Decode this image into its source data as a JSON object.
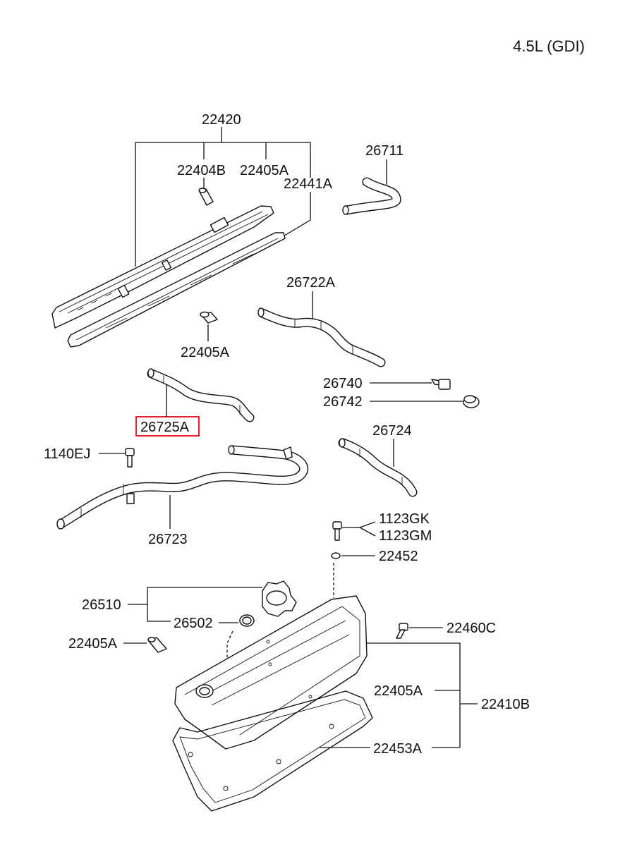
{
  "header": {
    "engine": "4.5L (GDI)"
  },
  "highlight_color": "#e0202a",
  "parts": {
    "p22420": "22420",
    "p22404B": "22404B",
    "p22405A_top": "22405A",
    "p22441A": "22441A",
    "p26711": "26711",
    "p26722A": "26722A",
    "p22405A_mid": "22405A",
    "p26740": "26740",
    "p26742": "26742",
    "p26725A": "26725A",
    "p1140EJ": "1140EJ",
    "p26724": "26724",
    "p26723": "26723",
    "p1123GK": "1123GK",
    "p1123GM": "1123GM",
    "p22452": "22452",
    "p26510": "26510",
    "p26502": "26502",
    "p22405A_left": "22405A",
    "p22460C": "22460C",
    "p22405A_cover": "22405A",
    "p22410B": "22410B",
    "p22453A": "22453A"
  }
}
